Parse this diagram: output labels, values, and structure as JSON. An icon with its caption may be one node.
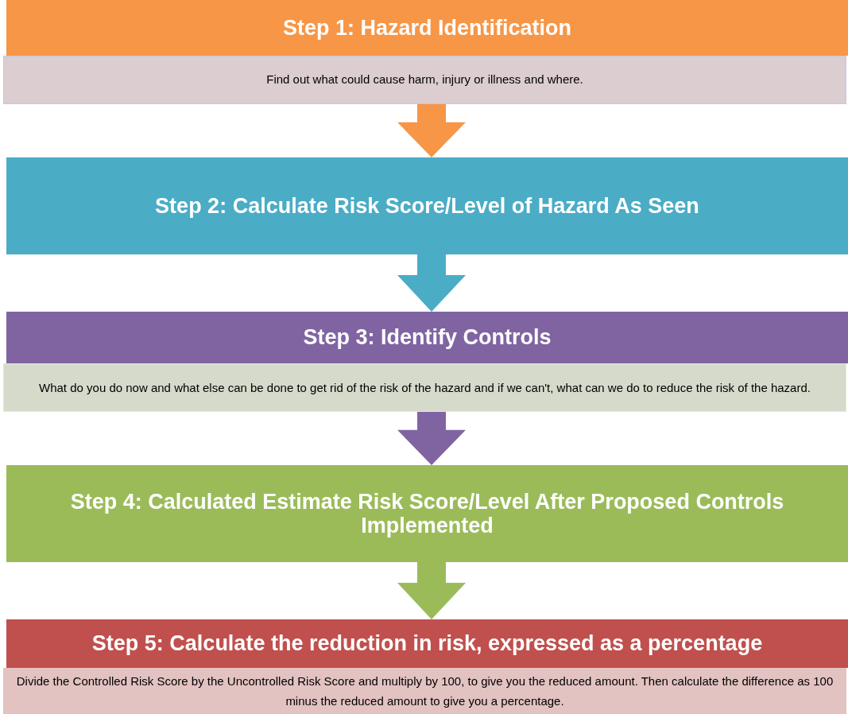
{
  "diagram": {
    "nodes": [
      {
        "text": [
          "Step 1: Hazard Identification"
        ]
      },
      {
        "text": [
          "Find out what could cause harm, injury or illness and where."
        ]
      },
      {
        "text": [
          "Step 2: Calculate Risk Score/Level of Hazard As Seen"
        ]
      },
      {
        "text": [
          "Step 3: Identify Controls"
        ]
      },
      {
        "text": [
          "What do you do now and what else can be done to get rid of the risk of the hazard and if we can't, what can we do to reduce the risk of the hazard."
        ]
      },
      {
        "text": [
          "Step 4: Calculated Estimate Risk Score/Level After Proposed Controls Implemented"
        ]
      },
      {
        "text": [
          "Step 5: Calculate the reduction in risk, expressed as a percentage"
        ]
      },
      {
        "text": [
          "Divide the Controlled Risk Score by the Uncontrolled Risk Score and multiply by 100, to give you the reduced amount. Then calculate the difference as 100 minus the reduced amount to give you a percentage."
        ]
      }
    ],
    "edges": [
      {
        "from": 1,
        "to": 2,
        "arrow": "to",
        "color": "#f79646"
      },
      {
        "from": 2,
        "to": 3,
        "arrow": "to",
        "color": "#4bacc6"
      },
      {
        "from": 4,
        "to": 5,
        "arrow": "to",
        "color": "#8064a2"
      },
      {
        "from": 5,
        "to": 6,
        "arrow": "to",
        "color": "#9bbb59"
      }
    ]
  }
}
